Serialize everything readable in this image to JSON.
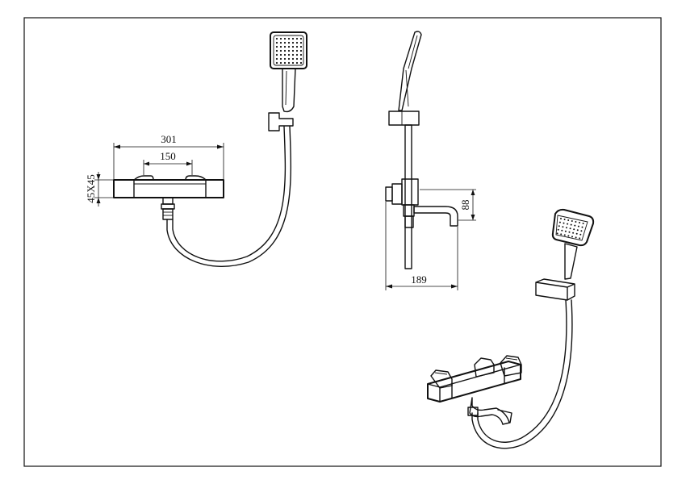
{
  "dimensions": {
    "overall_width": "301",
    "handle_spacing": "150",
    "body_section": "45X45",
    "spout_drop": "88",
    "projection": "189"
  }
}
